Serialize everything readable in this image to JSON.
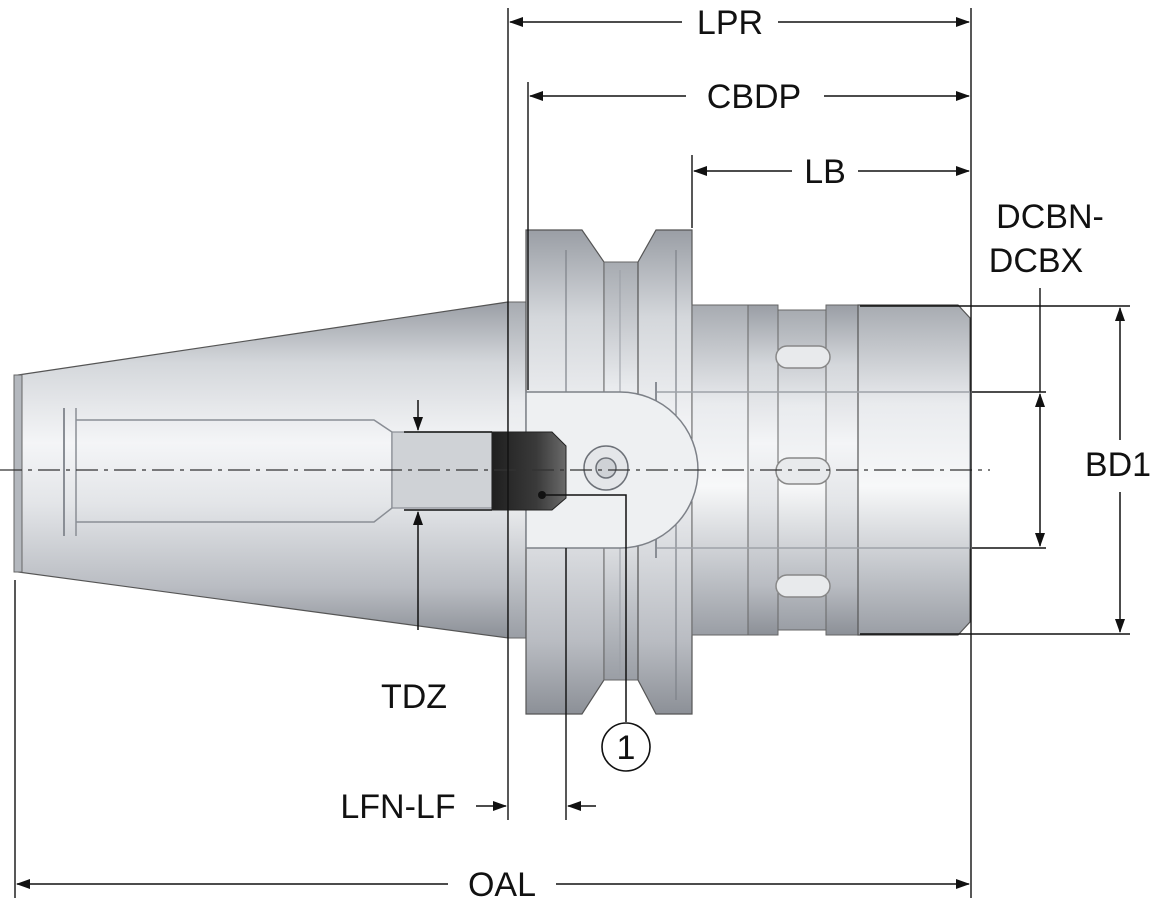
{
  "labels": {
    "lpr": "LPR",
    "cbdp": "CBDP",
    "lb": "LB",
    "dcbn_line1": "DCBN-",
    "dcbn_line2": "DCBX",
    "bd1": "BD1",
    "tdz": "TDZ",
    "lfn_lf": "LFN-LF",
    "oal": "OAL",
    "callout_1": "1"
  },
  "colors": {
    "line": "#111111",
    "metal_dark": "#8e9299",
    "metal_mid": "#c9ccd1",
    "metal_light": "#f2f3f5",
    "bore_dark": "#2a2a2a"
  }
}
